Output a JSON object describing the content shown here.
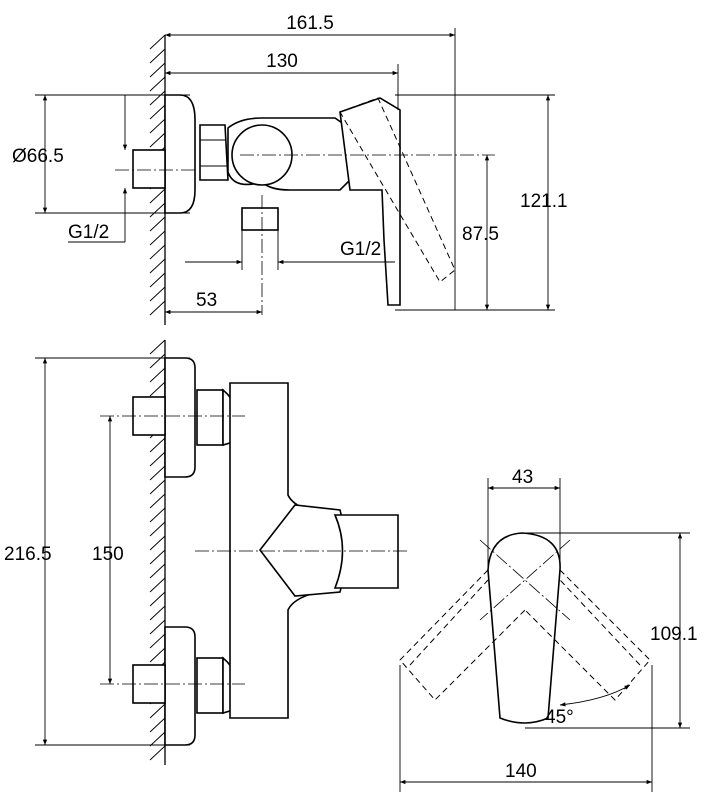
{
  "dimensions": {
    "overall_depth": "161.5",
    "body_depth": "130",
    "escutcheon_diameter": "Ø66.5",
    "inlet_thread": "G1/2",
    "outlet_thread": "G1/2",
    "outlet_height": "87.5",
    "total_height": "121.1",
    "outlet_offset": "53",
    "overall_width": "216.5",
    "inlet_spacing": "150",
    "lever_width": "43",
    "lever_height": "109.1",
    "lever_angle": "45°",
    "lever_swing": "140"
  }
}
